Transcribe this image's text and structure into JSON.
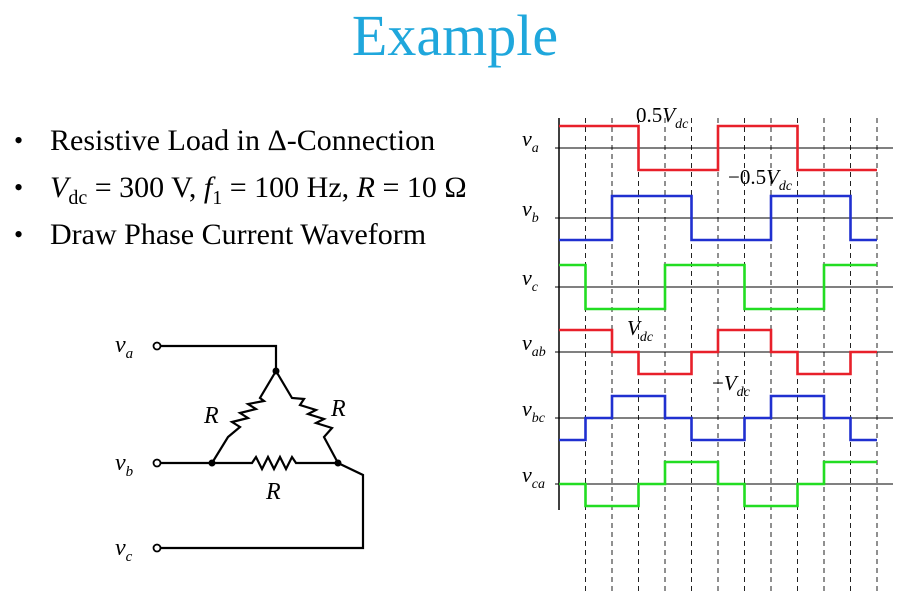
{
  "title": "Example",
  "bullets": {
    "b1": "Resistive Load in Δ-Connection",
    "b2": {
      "v": "V",
      "v_sub": "dc",
      "v_val": " = 300 V, ",
      "f": "f",
      "f_sub": "1",
      "f_val": " = 100 Hz, ",
      "r": "R",
      "r_val": " = 10 Ω"
    },
    "b3": "Draw Phase Current Waveform"
  },
  "circuit": {
    "terminals": [
      {
        "id": "a",
        "base": "v",
        "sub": "a"
      },
      {
        "id": "b",
        "base": "v",
        "sub": "b"
      },
      {
        "id": "c",
        "base": "v",
        "sub": "c"
      }
    ],
    "resistor_label": "R"
  },
  "waveforms": {
    "period_divisions": 6,
    "traces": [
      {
        "id": "va",
        "base": "v",
        "sub": "a",
        "color": "#e8202a",
        "levels": [
          1,
          1,
          1,
          -1,
          -1,
          -1
        ],
        "shift": 0
      },
      {
        "id": "vb",
        "base": "v",
        "sub": "b",
        "color": "#2030d0",
        "levels": [
          1,
          1,
          1,
          -1,
          -1,
          -1
        ],
        "shift": 2
      },
      {
        "id": "vc",
        "base": "v",
        "sub": "c",
        "color": "#22dd22",
        "levels": [
          1,
          1,
          1,
          -1,
          -1,
          -1
        ],
        "shift": 4
      },
      {
        "id": "vab",
        "base": "v",
        "sub": "ab",
        "color": "#e8202a",
        "levels": [
          1,
          1,
          0,
          -1,
          -1,
          0
        ],
        "shift": 0
      },
      {
        "id": "vbc",
        "base": "v",
        "sub": "bc",
        "color": "#2030d0",
        "levels": [
          1,
          1,
          0,
          -1,
          -1,
          0
        ],
        "shift": 2
      },
      {
        "id": "vca",
        "base": "v",
        "sub": "ca",
        "color": "#22dd22",
        "levels": [
          1,
          1,
          0,
          -1,
          -1,
          0
        ],
        "shift": 4
      }
    ],
    "annotations": {
      "pos_half": {
        "coef": "0.5",
        "base": "V",
        "sub": "dc"
      },
      "neg_half": {
        "coef": "−0.5",
        "base": "V",
        "sub": "dc"
      },
      "pos_full": {
        "coef": "",
        "base": "V",
        "sub": "dc"
      },
      "neg_full": {
        "coef": "−",
        "base": "V",
        "sub": "dc"
      }
    }
  }
}
